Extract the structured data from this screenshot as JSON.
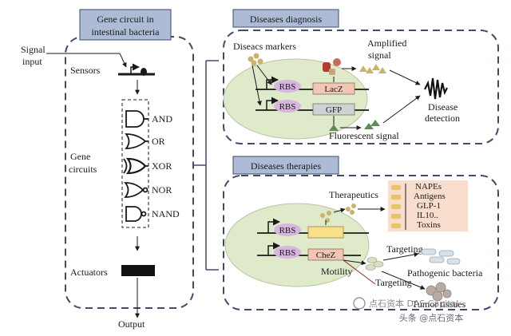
{
  "left_panel": {
    "title_line1": "Gene circuit in",
    "title_line2": "intestinal bacteria",
    "signal_input_line1": "Signal",
    "signal_input_line2": "input",
    "sensors": "Sensors",
    "gene_circuits_line1": "Gene",
    "gene_circuits_line2": "circuits",
    "gates": [
      "AND",
      "OR",
      "XOR",
      "NOR",
      "NAND"
    ],
    "actuators": "Actuators",
    "output": "Output"
  },
  "diagnosis_panel": {
    "title": "Diseases diagnosis",
    "markers": "Diseacs markers",
    "rbs": "RBS",
    "gene1": "LacZ",
    "gene2": "GFP",
    "amplified_line1": "Amplified",
    "amplified_line2": "signal",
    "fluorescent": "Fluorescent signal",
    "detection_line1": "Disease",
    "detection_line2": "detection"
  },
  "therapies_panel": {
    "title": "Diseases therapies",
    "therapeutics": "Therapeutics",
    "payloads": [
      "NAPEs",
      "Antigens",
      "GLP-1",
      "IL10..",
      "Toxins"
    ],
    "rbs": "RBS",
    "gene2": "CheZ",
    "targeting1": "Targeting",
    "targeting2": "Targeting",
    "motility": "Motility",
    "pathogenic": "Pathogenic bacteria",
    "tumor": "Tumor tissues"
  },
  "watermark": {
    "line1": "点石资本 DAS Capital",
    "line2": "头条 @点石资本"
  },
  "colors": {
    "panel_border": "#3f4a6e",
    "title_box": "#aebbd6",
    "cell_fill": "#dfeacb",
    "rbs_fill": "#d6b6dd",
    "lacz_fill": "#f1c6b2",
    "gfp_fill": "#cfd3d3",
    "yellow_box": "#f8e08a",
    "payload_fill": "#f9ddcc",
    "signal_fill": "#c9b36a"
  }
}
